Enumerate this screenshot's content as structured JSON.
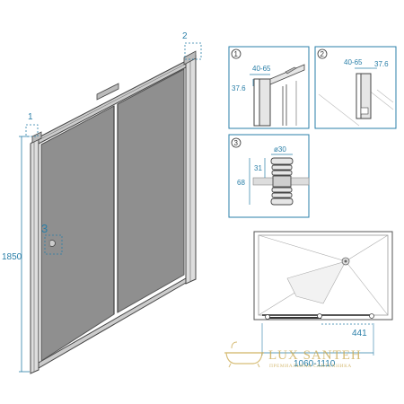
{
  "dimensions": {
    "height": "1850",
    "label_1": "1",
    "label_2": "2",
    "label_3": "3",
    "installation_width": "1060-1110",
    "door_opening": "441"
  },
  "details": {
    "detail_1": {
      "number": "1",
      "dim_a": "40-65",
      "dim_b": "37.6"
    },
    "detail_2": {
      "number": "2",
      "dim_a": "40-65",
      "dim_b": "37.6"
    },
    "detail_3": {
      "number": "3",
      "dim_diameter": "ø30",
      "dim_top": "31",
      "dim_height": "68"
    }
  },
  "watermark": {
    "brand": "LUX SANTEH",
    "tagline": "ПРЕМИАЛЬНАЯ САНТЕХНИКА"
  },
  "colors": {
    "dimension": "#2a7fa8",
    "glass": "#8f8f8f",
    "frame": "#555555",
    "watermark": "#c9a74b"
  }
}
